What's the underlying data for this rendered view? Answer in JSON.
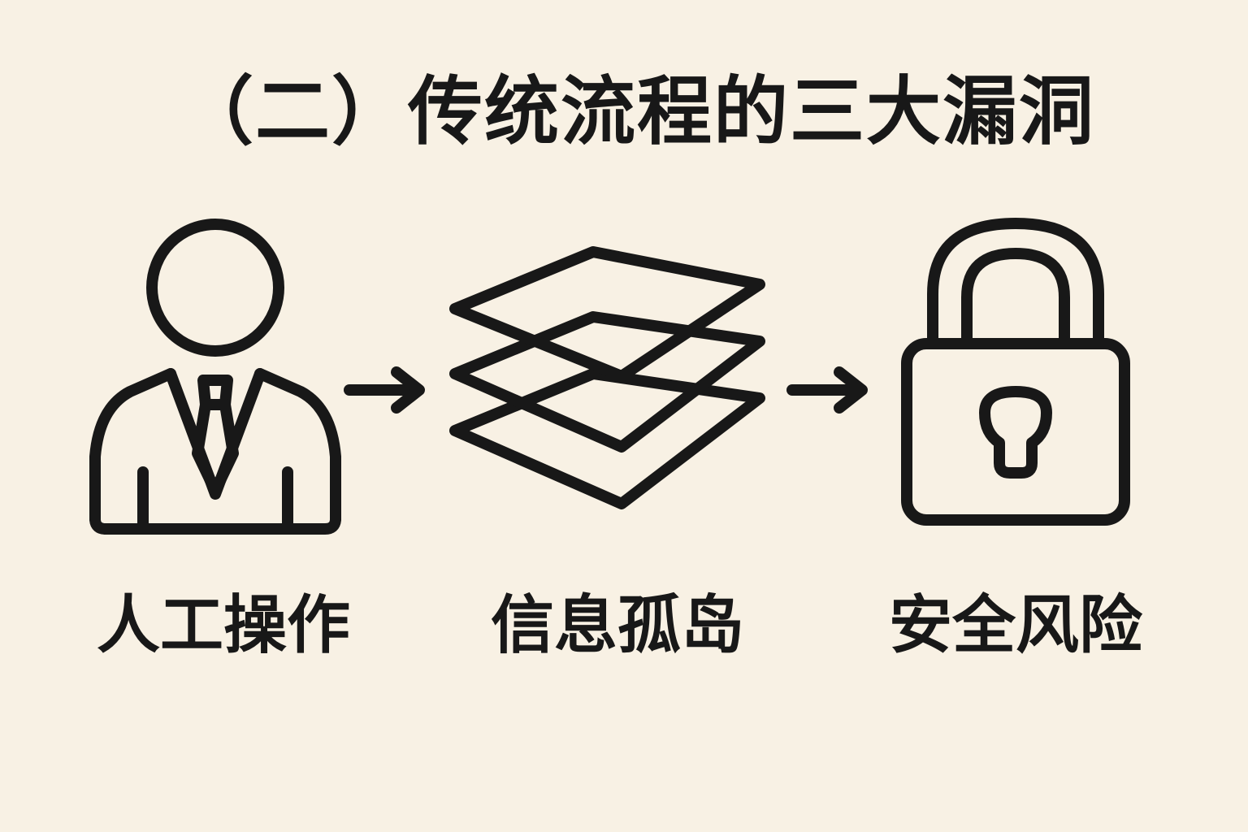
{
  "page": {
    "title": "（二）传统流程的三大漏洞",
    "background_color": "#f8f1e4",
    "stroke_color": "#181818"
  },
  "diagram": {
    "nodes": [
      {
        "icon": "person-with-tie-icon",
        "label": "人工操作"
      },
      {
        "icon": "stacked-layers-icon",
        "label": "信息孤岛"
      },
      {
        "icon": "padlock-icon",
        "label": "安全风险"
      }
    ],
    "connectors": [
      {
        "icon": "right-arrow-icon"
      },
      {
        "icon": "right-arrow-icon"
      }
    ]
  }
}
